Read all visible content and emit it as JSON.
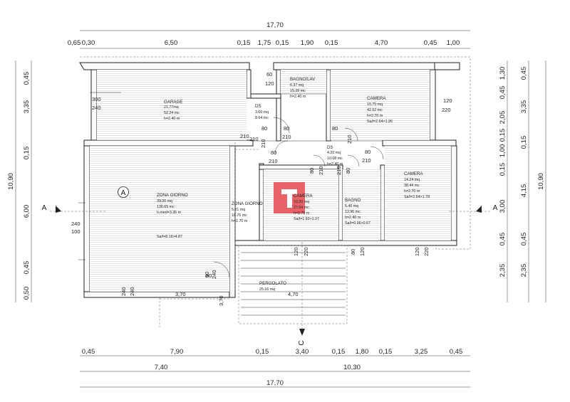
{
  "dimensions": {
    "top_total": "17,70",
    "top": [
      "0,65",
      "0,30",
      "6,50",
      "0,15",
      "1,75",
      "0,15",
      "1,90",
      "0,15",
      "4,70",
      "0,45",
      "1,00"
    ],
    "bottom": [
      "0,45",
      "7,90",
      "0,15",
      "3,40",
      "0,15",
      "1,80",
      "0,15",
      "3,25",
      "0,45"
    ],
    "bottom_mid": [
      "7,40",
      "10,30"
    ],
    "bottom_total": "17,70",
    "left_total": "10,90",
    "left": [
      "0,45",
      "3,35",
      "0,15",
      "6,00",
      "0,45",
      "0,50"
    ],
    "right_total": "10,90",
    "right_outer": [
      "0,45",
      "3,35",
      "0,15",
      "4,15",
      "0,45",
      "2,35"
    ],
    "right_inner": [
      "1,30",
      "0,45",
      "2,05",
      "0,15",
      "1,00",
      "0,15",
      "3,00",
      "0,45",
      "2,35"
    ]
  },
  "rooms": {
    "garage": [
      "GARAGE",
      "21.77mq",
      "52.24 mc",
      "h=2.40 m"
    ],
    "bagno_lav": [
      "BAGNO/LAV",
      "6.37 mq",
      "15.28 mc",
      "h=2.40 m"
    ],
    "camera_top": [
      "CAMERA",
      "15.75 mq",
      "42.52 mc",
      "h=2.70 m",
      "Sa/l=2.64>1.96"
    ],
    "ds_top": [
      "DS",
      "3.60 mq",
      "8.64 mc"
    ],
    "ds_mid": [
      "DS",
      "4.20 mq",
      "10.08 mc",
      "h=2.40 m"
    ],
    "camera_right": [
      "CAMERA",
      "14.24 mq",
      "38.44 mc",
      "h=2.70 m",
      "Sa/l=2.64>1.78"
    ],
    "zona_giorno": [
      "ZONA GIORNO",
      "39.00 mq",
      "130.65 mc",
      "h.med=3.35 m"
    ],
    "zona_giorno_ratio": "Sa/l=8.16>4.87",
    "zona_giorno_2": [
      "ZONA GIORNO",
      "5.21 mq",
      "16.76 mc",
      "h=2.70 m"
    ],
    "camera_small": [
      "CAMERA",
      "10.20 mq",
      "27.54 mc",
      "h=2.70 m",
      "Sa/l=1.92>1.27"
    ],
    "bagno": [
      "BAGNO",
      "5.40 mq",
      "12.96 mc",
      "h=2.40 m",
      "Sa/l=0.96>0.67"
    ],
    "pergolato": [
      "PERGOLATO",
      "25.16 mq"
    ]
  },
  "openings": {
    "garage_300": "300",
    "garage_240": "240",
    "win_60": "60",
    "win_120": "120",
    "cam_120": "120",
    "cam_220": "220",
    "door_80_a": "80",
    "door_210_a": "210",
    "door_80_b": "80",
    "door_210_b": "210",
    "door_80_c": "80",
    "door_210_c": "210",
    "door_210_d": "210",
    "door_80_e": "80",
    "door_210_e": "210",
    "door_80_f": "80",
    "door_210_f": "210",
    "door_80_g": "80",
    "door_210_g": "210",
    "door_80_h": "80",
    "door_210_h": "210",
    "door_80_i": "80",
    "door_210_i": "210",
    "zg_240": "240",
    "zg_100": "100",
    "bottom_90": "90",
    "bottom_240_v": "240",
    "bottom_240_a": "240",
    "bottom_240_b": "240",
    "bottom_370_a": "3,70",
    "bottom_370_b": "3,70",
    "bottom_470": "4,70",
    "win_cam_120": "120",
    "win_cam_220": "220",
    "win_bagno_80": "80",
    "win_bagno_120": "120",
    "win_camr_120": "120",
    "win_camr_220": "220",
    "win_ds_120": "120",
    "win_ds_80": "80"
  },
  "section_labels": {
    "a_left": "A",
    "a_right": "A",
    "a_circle": "A",
    "c_bottom": "C"
  },
  "colors": {
    "logo_red": "#e5484d",
    "wall_stroke": "#222222",
    "hatch": "#bdbdbd"
  }
}
